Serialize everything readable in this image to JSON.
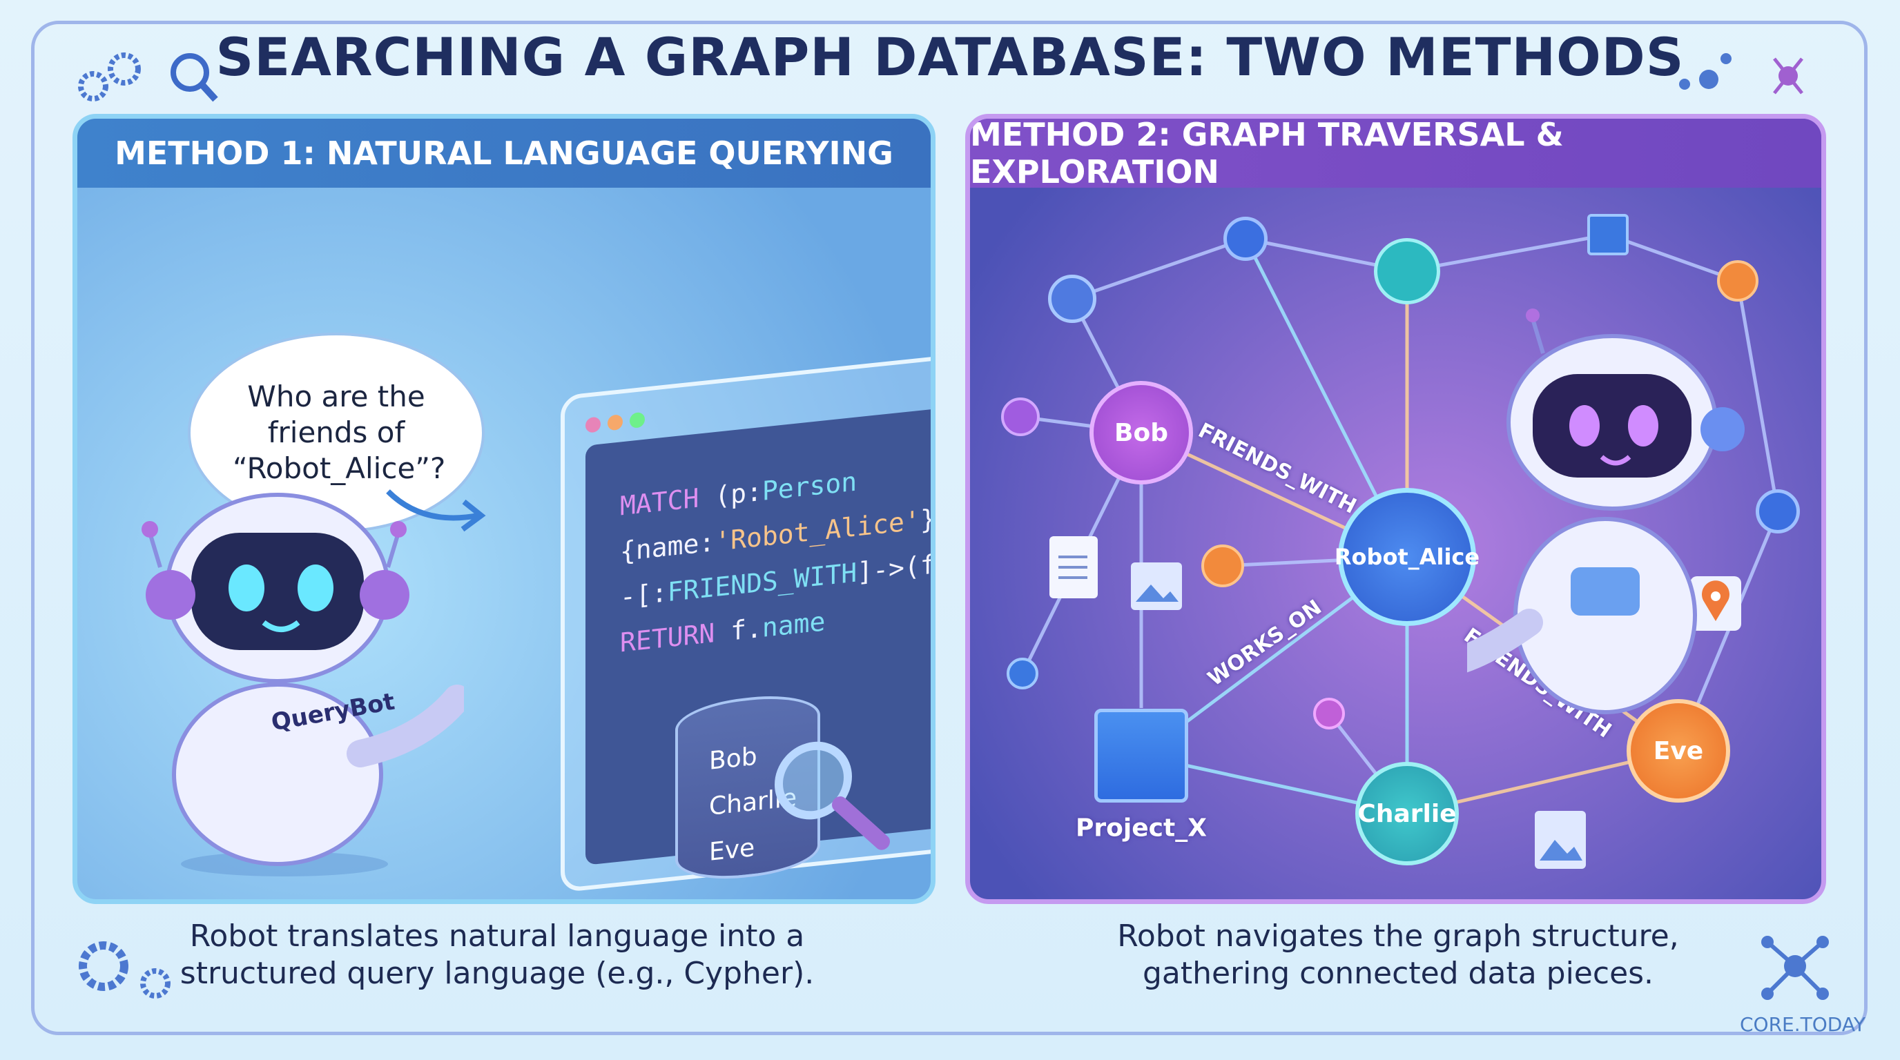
{
  "title": "SEARCHING A GRAPH DATABASE: TWO METHODS",
  "method1": {
    "header": "METHOD 1: NATURAL LANGUAGE QUERYING",
    "thought": "Who are the friends of “Robot_Alice”?",
    "robot_label": "QueryBot",
    "code": {
      "l1a": "MATCH",
      "l1b": " (p:",
      "l1c": "Person",
      "l2a": "{name:",
      "l2b": "'Robot_Alice'",
      "l2c": "})",
      "l3a": "-[:",
      "l3b": "FRIENDS_WITH",
      "l3c": "]->(f)",
      "l4a": "RETURN",
      "l4b": " f.",
      "l4c": "name"
    },
    "db_items": [
      "Bob",
      "Charlie",
      "Eve"
    ],
    "caption_1": "Robot translates natural language into a",
    "caption_2": "structured query language (e.g., Cypher)."
  },
  "method2": {
    "header": "METHOD 2: GRAPH TRAVERSAL & EXPLORATION",
    "nodes": {
      "bob": "Bob",
      "alice": "Robot_Alice",
      "charlie": "Charlie",
      "eve": "Eve",
      "project": "Project_X"
    },
    "edges": {
      "e1": "FRIENDS_WITH",
      "e2": "WORKS_ON",
      "e3": "FRIENDS_WITH"
    },
    "caption_1": "Robot navigates the graph structure,",
    "caption_2": "gathering connected data pieces."
  },
  "brand": "CORE.TODAY",
  "colors": {
    "method1": "#3f82cc",
    "method2": "#8050c8",
    "orange": "#f28a3c",
    "cyan": "#2fc3c9"
  }
}
